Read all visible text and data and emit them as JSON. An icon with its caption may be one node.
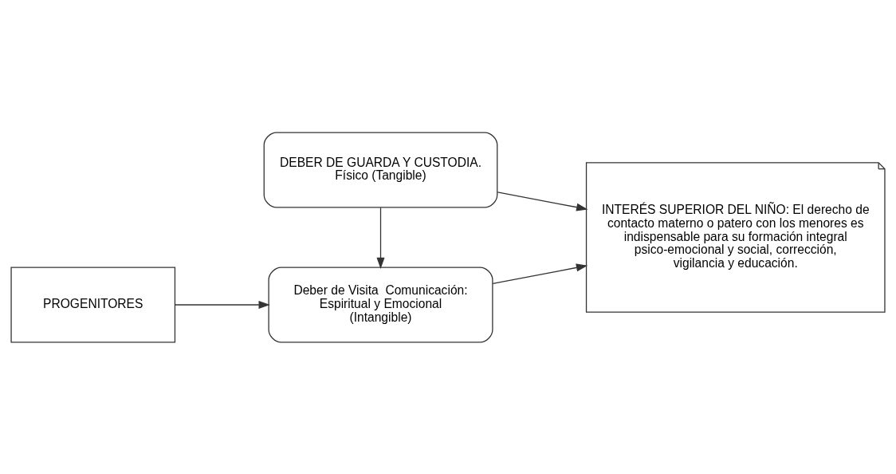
{
  "diagram": {
    "nodes": [
      {
        "text": [
          "PROGENITORES"
        ]
      },
      {
        "text": [
          "DEBER DE GUARDA Y CUSTODIA.",
          "Físico (Tangible)"
        ]
      },
      {
        "text": [
          "Deber de Visita  Comunicación: Espiritual y Emocional (Intangible)"
        ]
      },
      {
        "text": [
          "INTERÉS SUPERIOR DEL NIÑO: El derecho de contacto materno o patero con los menores es indispensable para su formación integral psico-emocional y social, corrección, vigilancia y educación."
        ]
      }
    ],
    "edges": [
      {
        "from": 0,
        "to": 2,
        "arrow": "to"
      },
      {
        "from": 1,
        "to": 2,
        "arrow": "to"
      },
      {
        "from": 1,
        "to": 3,
        "arrow": "to"
      },
      {
        "from": 2,
        "to": 3,
        "arrow": "to"
      }
    ]
  }
}
